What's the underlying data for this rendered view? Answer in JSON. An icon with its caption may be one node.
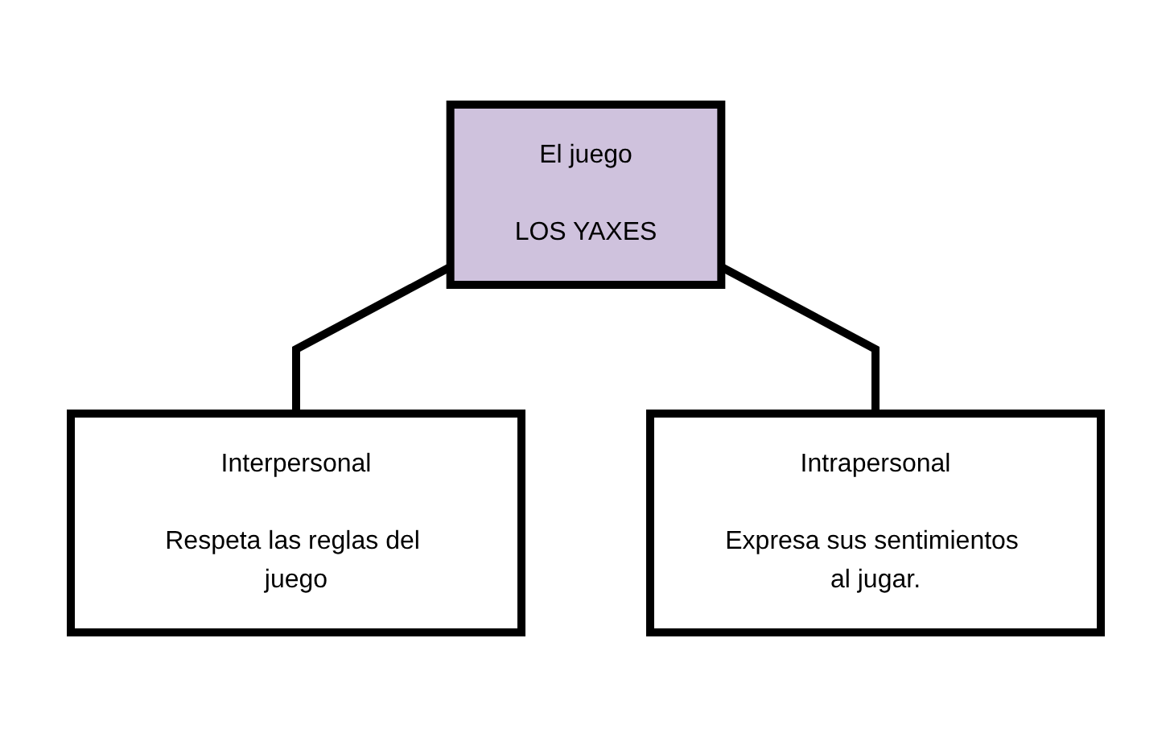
{
  "diagram": {
    "nodes": [
      {
        "text": [
          "El juego",
          "LOS YAXES"
        ]
      },
      {
        "text": [
          "Interpersonal",
          "Respeta las reglas del juego"
        ]
      },
      {
        "text": [
          "Intrapersonal",
          "Expresa sus sentimientos al jugar."
        ]
      }
    ],
    "edges": [
      {
        "from": 0,
        "to": 1,
        "arrow": "none"
      },
      {
        "from": 0,
        "to": 2,
        "arrow": "none"
      }
    ]
  }
}
